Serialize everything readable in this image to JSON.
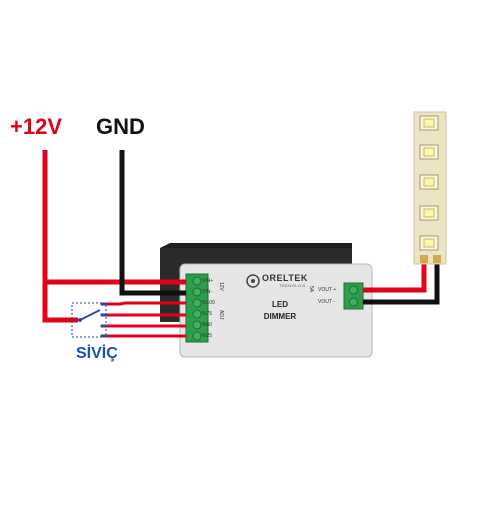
{
  "labels": {
    "power": "+12V",
    "ground": "GND",
    "switch": "SİVİÇ"
  },
  "module": {
    "brand": "ORELTEK",
    "brand_sub": "TEKNOLOJİ",
    "product_line1": "LED",
    "product_line2": "DIMMER",
    "input_pins": [
      "VIN+",
      "VIN-",
      "%100",
      "%75",
      "%50",
      "%25"
    ],
    "side_label_input": "12V",
    "side_label_adjust": "ADJ",
    "side_label_output": "5A",
    "output_pins": [
      "VOUT +",
      "VOUT -"
    ]
  },
  "colors": {
    "positive_wire": "#e3001b",
    "ground_wire": "#111111",
    "switch_label": "#1f4fb0",
    "terminal_block": "#2e9e4a",
    "module_body": "#2b2b2b",
    "module_label": "#e6e6e6",
    "led_strip": "#ece4c4",
    "led_chip": "#fdf8d8"
  }
}
